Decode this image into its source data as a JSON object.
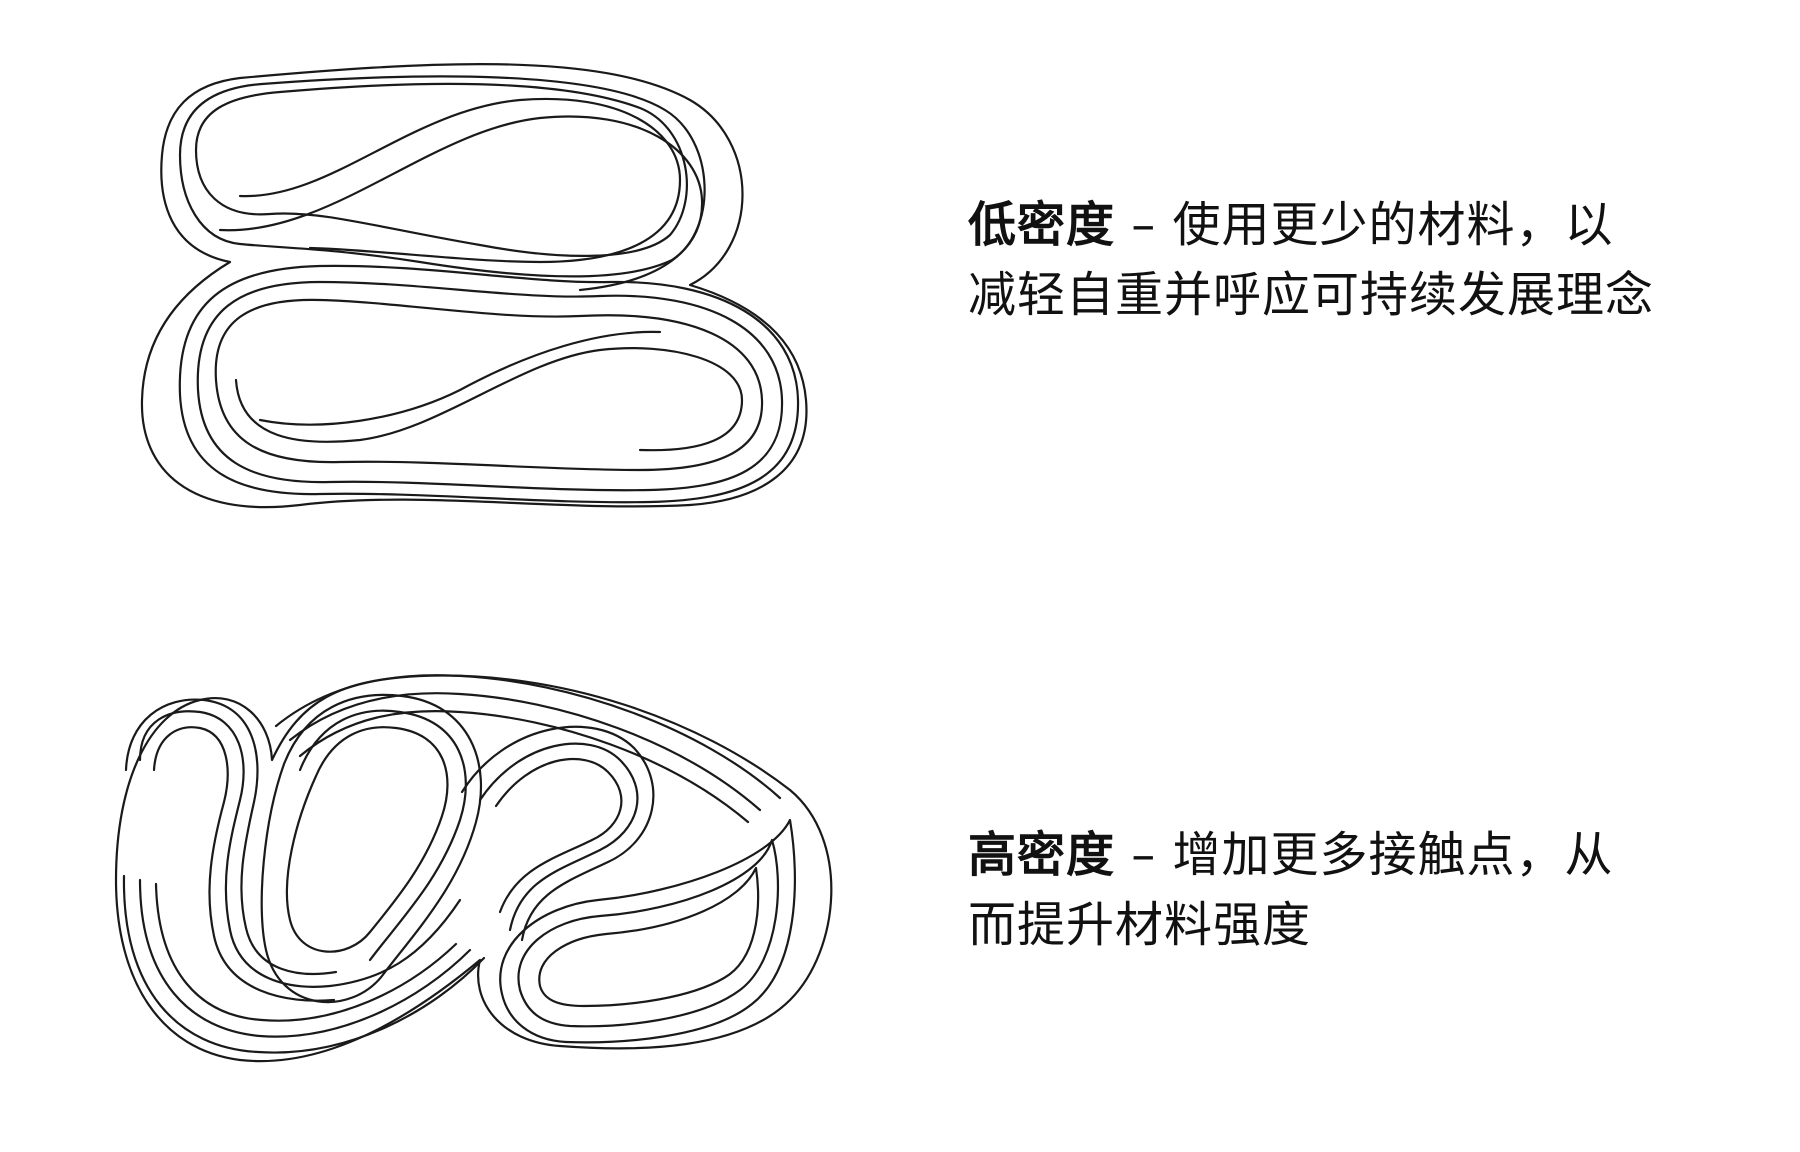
{
  "low_density": {
    "term": "低密度",
    "separator": " – ",
    "line1": "使用更少的材料，以",
    "line2": "减轻自重并呼应可持续发展理念"
  },
  "high_density": {
    "term": "高密度",
    "separator": " – ",
    "line1": "增加更多接触点，从",
    "line2": "而提升材料强度"
  }
}
